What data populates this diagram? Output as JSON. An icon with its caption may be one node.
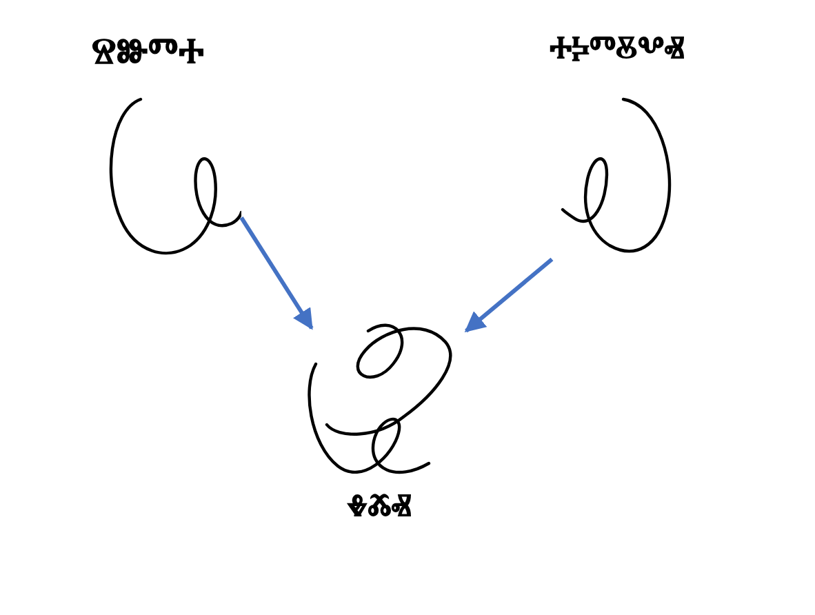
{
  "diagram": {
    "nodes": [
      {
        "text": [
          "ⱄⱆⱅⰰ"
        ]
      },
      {
        "text": [
          "ⰰⰽⱅⰻⰲⱏ"
        ]
      },
      {
        "text": [
          "ⰷⰶⱏ"
        ]
      }
    ],
    "edges": [
      {
        "from": 0,
        "to": 2,
        "arrow": "to"
      },
      {
        "from": 1,
        "to": 2,
        "arrow": "to"
      }
    ]
  }
}
